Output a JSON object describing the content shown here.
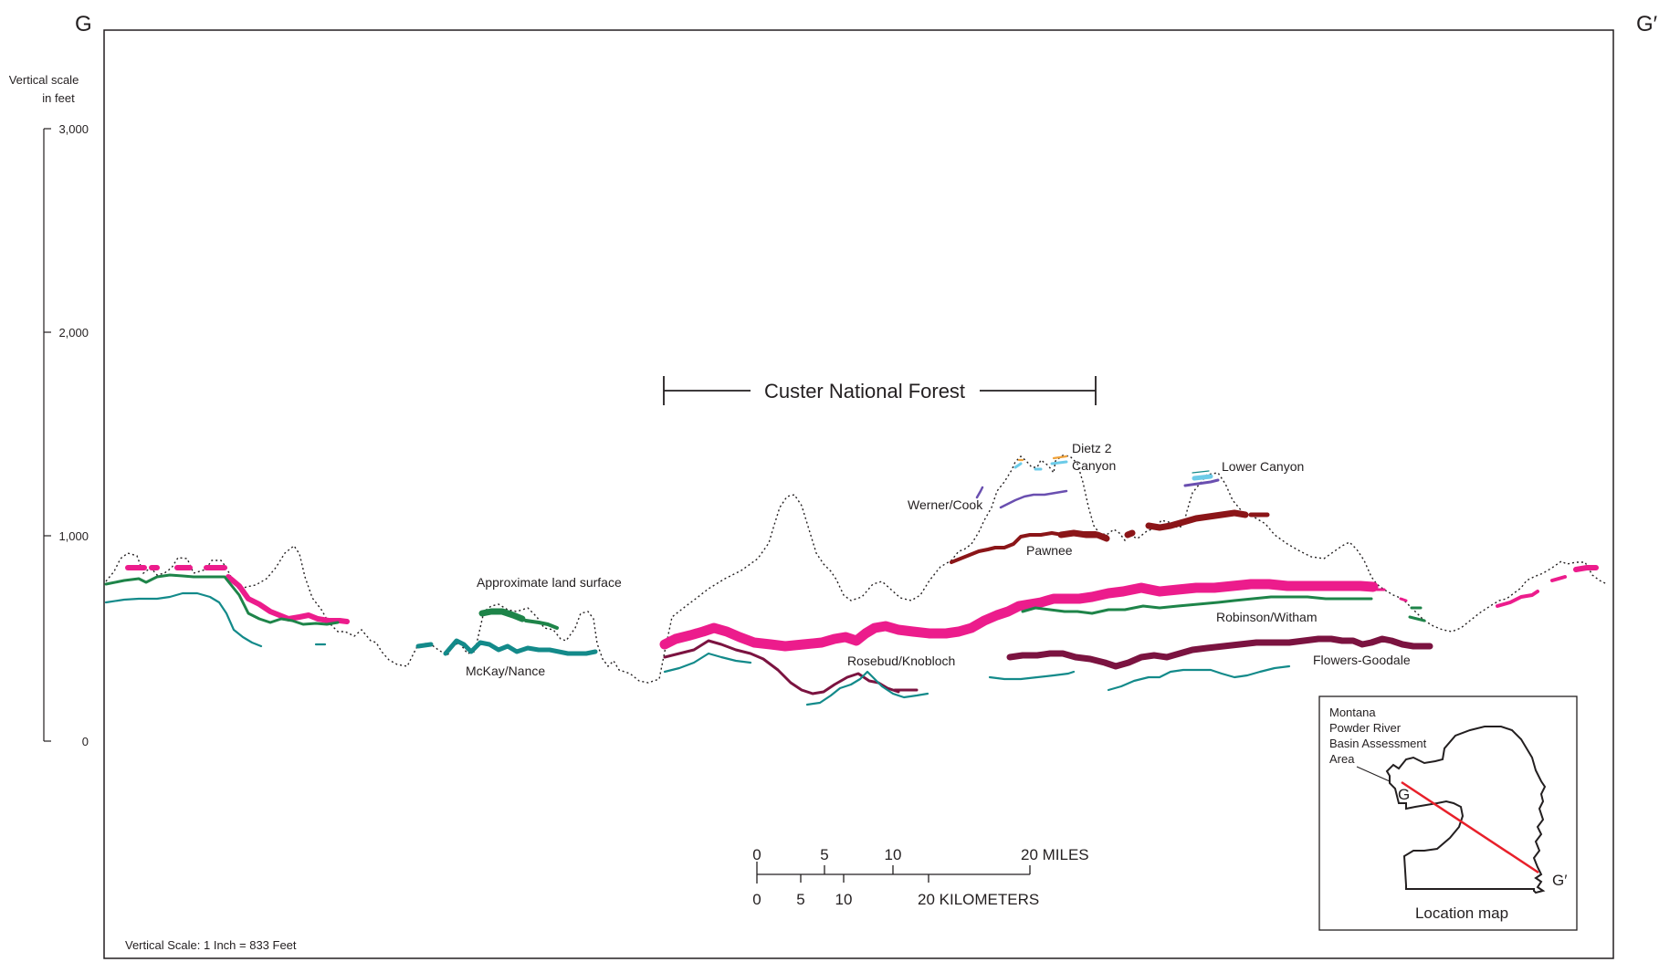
{
  "section": {
    "left_label": "G",
    "right_label": "G′"
  },
  "vertical_scale": {
    "title_line1": "Vertical scale",
    "title_line2": "in feet",
    "ticks": [
      "3,000",
      "2,000",
      "1,000",
      "0"
    ],
    "note": "Vertical Scale: 1 Inch = 833 Feet"
  },
  "forest": {
    "label": "Custer National Forest"
  },
  "units": {
    "surface": "Approximate land surface",
    "mckay": "McKay/Nance",
    "rosebud": "Rosebud/Knobloch",
    "werner": "Werner/Cook",
    "dietz_line1": "Dietz 2",
    "dietz_line2": "Canyon",
    "pawnee": "Pawnee",
    "lower_canyon": "Lower Canyon",
    "robinson": "Robinson/Witham",
    "flowers": "Flowers-Goodale"
  },
  "scale_bar": {
    "miles_ticks": [
      "0",
      "5",
      "10"
    ],
    "miles_end": "20 MILES",
    "km_ticks": [
      "0",
      "5",
      "10"
    ],
    "km_end": "20 KILOMETERS"
  },
  "location_map": {
    "area_line1": "Montana",
    "area_line2": "Powder River",
    "area_line3": "Basin Assessment",
    "area_line4": "Area",
    "g": "G",
    "g_prime": "G′",
    "caption": "Location map"
  },
  "colors": {
    "surface": "#231f20",
    "magenta": "#ec1c8c",
    "green": "#1e8449",
    "teal": "#138a8a",
    "maroon": "#7b1340",
    "darkred": "#8b1518",
    "purple": "#6a4fb0",
    "lightblue": "#6ccbe8",
    "orange": "#f0a23a",
    "red": "#e8202a"
  }
}
